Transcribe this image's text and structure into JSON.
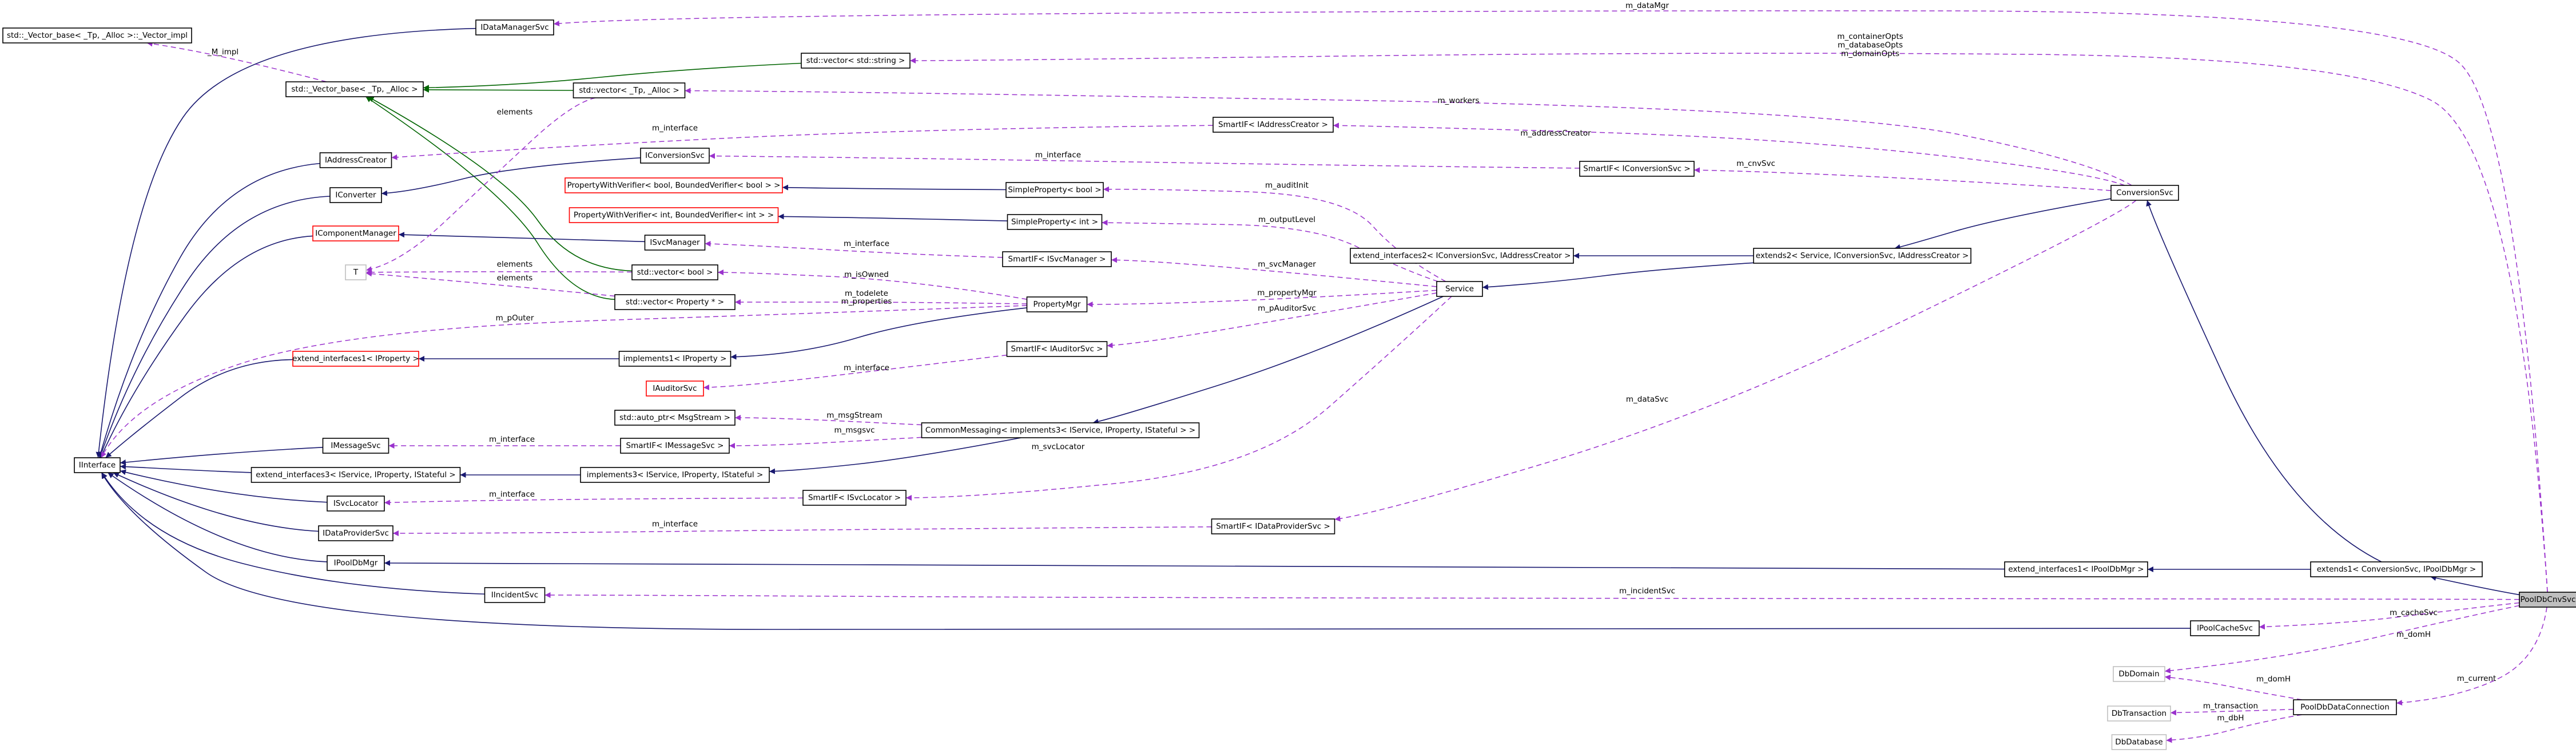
{
  "nodes": [
    {
      "id": "vector_base_impl",
      "label": "std::_Vector_base< _Tp, _Alloc >::_Vector_impl",
      "style": "normal"
    },
    {
      "id": "vector_base",
      "label": "std::_Vector_base< _Tp, _Alloc >",
      "style": "normal"
    },
    {
      "id": "IDataManagerSvc",
      "label": "IDataManagerSvc",
      "style": "normal"
    },
    {
      "id": "vector_string",
      "label": "std::vector< std::string >",
      "style": "normal"
    },
    {
      "id": "vector_tp",
      "label": "std::vector< _Tp, _Alloc >",
      "style": "normal"
    },
    {
      "id": "SmartIF_IAddressCreator",
      "label": "SmartIF< IAddressCreator >",
      "style": "normal"
    },
    {
      "id": "IAddressCreator",
      "label": "IAddressCreator",
      "style": "normal"
    },
    {
      "id": "IConversionSvc",
      "label": "IConversionSvc",
      "style": "normal"
    },
    {
      "id": "SmartIF_IConversionSvc",
      "label": "SmartIF< IConversionSvc >",
      "style": "normal"
    },
    {
      "id": "IConverter",
      "label": "IConverter",
      "style": "normal"
    },
    {
      "id": "PWV_bool",
      "label": "PropertyWithVerifier< bool, BoundedVerifier< bool > >",
      "style": "red"
    },
    {
      "id": "SimpleProperty_bool",
      "label": "SimpleProperty< bool >",
      "style": "normal"
    },
    {
      "id": "PWV_int",
      "label": "PropertyWithVerifier< int, BoundedVerifier< int > >",
      "style": "red"
    },
    {
      "id": "SimpleProperty_int",
      "label": "SimpleProperty< int >",
      "style": "normal"
    },
    {
      "id": "IComponentManager",
      "label": "IComponentManager",
      "style": "red"
    },
    {
      "id": "ISvcManager",
      "label": "ISvcManager",
      "style": "normal"
    },
    {
      "id": "SmartIF_ISvcManager",
      "label": "SmartIF< ISvcManager >",
      "style": "normal"
    },
    {
      "id": "T",
      "label": "T",
      "style": "grey"
    },
    {
      "id": "vector_bool",
      "label": "std::vector< bool >",
      "style": "normal"
    },
    {
      "id": "vector_property",
      "label": "std::vector< Property * >",
      "style": "normal"
    },
    {
      "id": "PropertyMgr",
      "label": "PropertyMgr",
      "style": "normal"
    },
    {
      "id": "extend_interfaces2_conv",
      "label": "extend_interfaces2< IConversionSvc, IAddressCreator >",
      "style": "normal"
    },
    {
      "id": "extends2",
      "label": "extends2< Service, IConversionSvc, IAddressCreator >",
      "style": "normal"
    },
    {
      "id": "ConversionSvc",
      "label": "ConversionSvc",
      "style": "normal"
    },
    {
      "id": "Service",
      "label": "Service",
      "style": "normal"
    },
    {
      "id": "extend_interfaces1_IProperty",
      "label": "extend_interfaces1< IProperty >",
      "style": "red"
    },
    {
      "id": "implements1_IProperty",
      "label": "implements1< IProperty >",
      "style": "normal"
    },
    {
      "id": "SmartIF_IAuditorSvc",
      "label": "SmartIF< IAuditorSvc >",
      "style": "normal"
    },
    {
      "id": "IAuditorSvc",
      "label": "IAuditorSvc",
      "style": "red"
    },
    {
      "id": "auto_ptr_MsgStream",
      "label": "std::auto_ptr< MsgStream >",
      "style": "normal"
    },
    {
      "id": "CommonMessaging",
      "label": "CommonMessaging< implements3< IService, IProperty, IStateful > >",
      "style": "normal"
    },
    {
      "id": "IInterface",
      "label": "IInterface",
      "style": "normal"
    },
    {
      "id": "IMessageSvc",
      "label": "IMessageSvc",
      "style": "normal"
    },
    {
      "id": "SmartIF_IMessageSvc",
      "label": "SmartIF< IMessageSvc >",
      "style": "normal"
    },
    {
      "id": "extend_interfaces3",
      "label": "extend_interfaces3< IService, IProperty, IStateful >",
      "style": "normal"
    },
    {
      "id": "implements3",
      "label": "implements3< IService, IProperty, IStateful >",
      "style": "normal"
    },
    {
      "id": "ISvcLocator",
      "label": "ISvcLocator",
      "style": "normal"
    },
    {
      "id": "SmartIF_ISvcLocator",
      "label": "SmartIF< ISvcLocator >",
      "style": "normal"
    },
    {
      "id": "IDataProviderSvc",
      "label": "IDataProviderSvc",
      "style": "normal"
    },
    {
      "id": "SmartIF_IDataProviderSvc",
      "label": "SmartIF< IDataProviderSvc >",
      "style": "normal"
    },
    {
      "id": "IPoolDbMgr",
      "label": "IPoolDbMgr",
      "style": "normal"
    },
    {
      "id": "extend_interfaces1_IPoolDbMgr",
      "label": "extend_interfaces1< IPoolDbMgr >",
      "style": "normal"
    },
    {
      "id": "extends1",
      "label": "extends1< ConversionSvc, IPoolDbMgr >",
      "style": "normal"
    },
    {
      "id": "IIncidentSvc",
      "label": "IIncidentSvc",
      "style": "normal"
    },
    {
      "id": "PoolDbCnvSvc",
      "label": "PoolDbCnvSvc",
      "style": "focus"
    },
    {
      "id": "IPoolCacheSvc",
      "label": "IPoolCacheSvc",
      "style": "normal"
    },
    {
      "id": "DbDomain",
      "label": "DbDomain",
      "style": "grey"
    },
    {
      "id": "DbTransaction",
      "label": "DbTransaction",
      "style": "grey"
    },
    {
      "id": "PoolDbDataConnection",
      "label": "PoolDbDataConnection",
      "style": "normal"
    },
    {
      "id": "DbDatabase",
      "label": "DbDatabase",
      "style": "grey"
    }
  ],
  "edge_labels": [
    {
      "id": "m_dataMgr",
      "text": "m_dataMgr"
    },
    {
      "id": "m_containerOpts",
      "text": "m_containerOpts"
    },
    {
      "id": "m_databaseOpts",
      "text": "m_databaseOpts"
    },
    {
      "id": "m_domainOpts",
      "text": "m_domainOpts"
    },
    {
      "id": "m_impl",
      "text": "_M_impl"
    },
    {
      "id": "elements_1",
      "text": "elements"
    },
    {
      "id": "m_workers",
      "text": "m_workers"
    },
    {
      "id": "m_addressCreator",
      "text": "m_addressCreator"
    },
    {
      "id": "m_interface_ac",
      "text": "m_interface"
    },
    {
      "id": "m_interface_cs",
      "text": "m_interface"
    },
    {
      "id": "m_cnvSvc",
      "text": "m_cnvSvc"
    },
    {
      "id": "m_auditInit",
      "text": "m_auditInit"
    },
    {
      "id": "m_outputLevel",
      "text": "m_outputLevel"
    },
    {
      "id": "m_interface_sm",
      "text": "m_interface"
    },
    {
      "id": "m_isOwned",
      "text": "m_isOwned"
    },
    {
      "id": "m_svcManager",
      "text": "m_svcManager"
    },
    {
      "id": "elements_2",
      "text": "elements"
    },
    {
      "id": "m_todelete",
      "text": "m_todelete"
    },
    {
      "id": "m_properties",
      "text": "m_properties"
    },
    {
      "id": "elements_3",
      "text": "elements"
    },
    {
      "id": "m_propertyMgr",
      "text": "m_propertyMgr"
    },
    {
      "id": "m_pAuditorSvc",
      "text": "m_pAuditorSvc"
    },
    {
      "id": "m_pOuter",
      "text": "m_pOuter"
    },
    {
      "id": "m_interface_au",
      "text": "m_interface"
    },
    {
      "id": "m_msgStream",
      "text": "m_msgStream"
    },
    {
      "id": "m_msgsvc",
      "text": "m_msgsvc"
    },
    {
      "id": "m_interface_ms",
      "text": "m_interface"
    },
    {
      "id": "m_svcLocator",
      "text": "m_svcLocator"
    },
    {
      "id": "m_dataSvc",
      "text": "m_dataSvc"
    },
    {
      "id": "m_interface_sl",
      "text": "m_interface"
    },
    {
      "id": "m_interface_dp",
      "text": "m_interface"
    },
    {
      "id": "m_incidentSvc",
      "text": "m_incidentSvc"
    },
    {
      "id": "m_cacheSvc",
      "text": "m_cacheSvc"
    },
    {
      "id": "m_domH_1",
      "text": "m_domH"
    },
    {
      "id": "m_domH_2",
      "text": "m_domH"
    },
    {
      "id": "m_transaction",
      "text": "m_transaction"
    },
    {
      "id": "m_dbH",
      "text": "m_dbH"
    },
    {
      "id": "m_current",
      "text": "m_current"
    }
  ],
  "colors": {
    "inheritance": "#191970",
    "template": "#006400",
    "usage": "#9a32cd",
    "focus_fill": "#bfbfbf",
    "missing_doc_border": "#ff0000",
    "undocumented_border": "#bfbfbf"
  }
}
